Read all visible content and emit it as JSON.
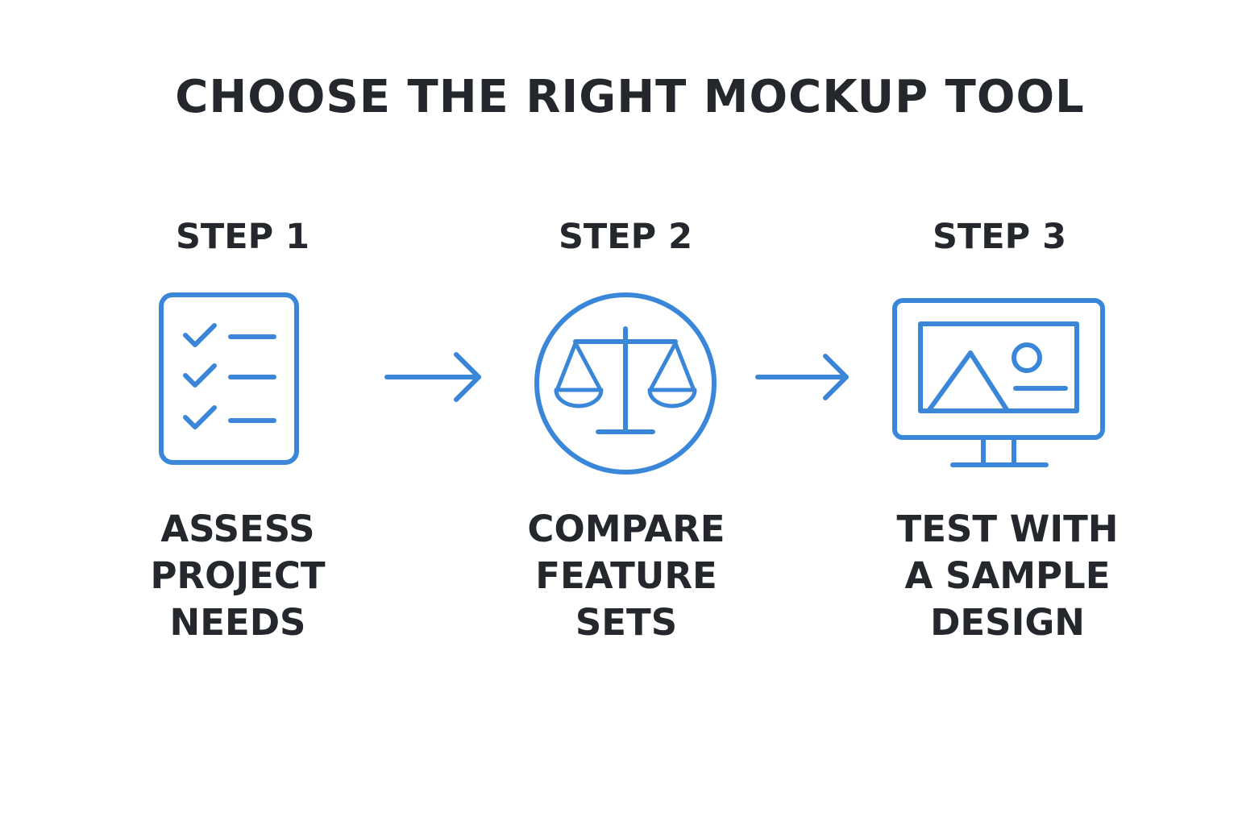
{
  "title": "CHOOSE THE RIGHT MOCKUP TOOL",
  "accent_color": "#3a87da",
  "text_color": "#24272b",
  "steps": [
    {
      "label": "STEP 1",
      "icon": "checklist-icon",
      "lines": [
        "ASSESS",
        "PROJECT",
        "NEEDS"
      ]
    },
    {
      "label": "STEP 2",
      "icon": "balance-scale-icon",
      "lines": [
        "COMPARE",
        "FEATURE",
        "SETS"
      ]
    },
    {
      "label": "STEP 3",
      "icon": "monitor-image-icon",
      "lines": [
        "TEST WITH",
        "A SAMPLE",
        "DESIGN"
      ]
    }
  ],
  "connectors": [
    "arrow-right-icon",
    "arrow-right-icon"
  ]
}
